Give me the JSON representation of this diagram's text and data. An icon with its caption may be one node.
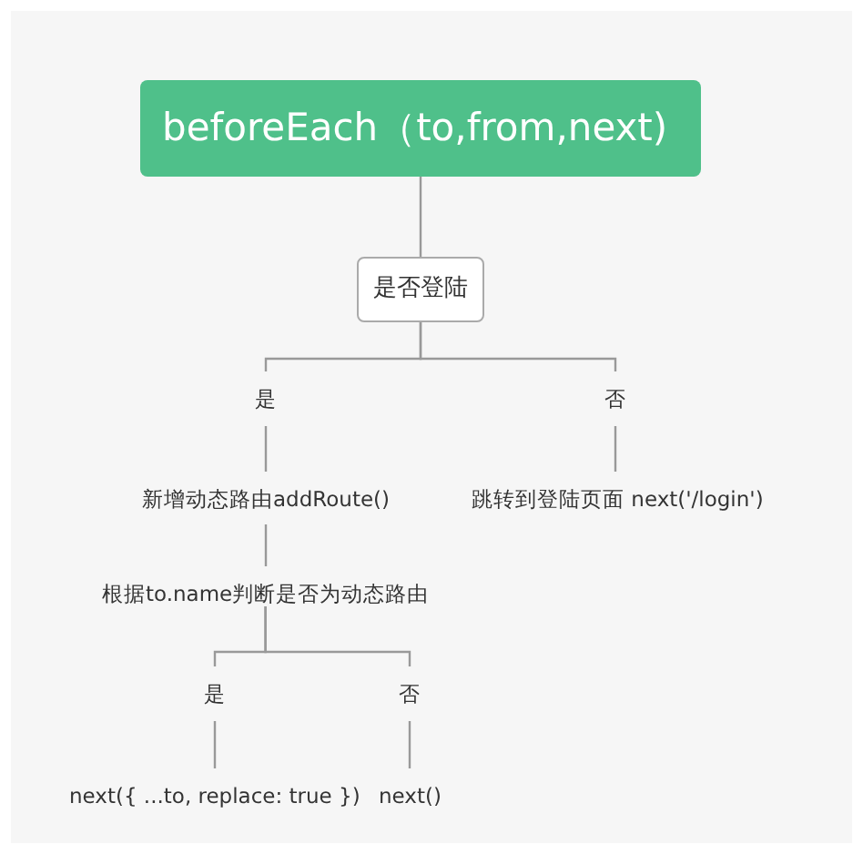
{
  "diagram": {
    "nodes": [
      {
        "text": [
          "beforeEach（to,from,next)"
        ]
      },
      {
        "text": [
          "是否登陆"
        ]
      },
      {
        "text": [
          "是"
        ]
      },
      {
        "text": [
          "否"
        ]
      },
      {
        "text": [
          "新增动态路由addRoute()"
        ]
      },
      {
        "text": [
          "跳转到登陆页面 next('/login')"
        ]
      },
      {
        "text": [
          "根据to.name判断是否为动态路由"
        ]
      },
      {
        "text": [
          "是"
        ]
      },
      {
        "text": [
          "否"
        ]
      },
      {
        "text": [
          "next({ ...to, replace: true })"
        ]
      },
      {
        "text": [
          "next()"
        ]
      }
    ],
    "edges": [
      {
        "from": 0,
        "to": 1,
        "arrow": "none"
      },
      {
        "from": 1,
        "to": 2,
        "arrow": "none"
      },
      {
        "from": 1,
        "to": 3,
        "arrow": "none"
      },
      {
        "from": 2,
        "to": 4,
        "arrow": "none"
      },
      {
        "from": 3,
        "to": 5,
        "arrow": "none"
      },
      {
        "from": 4,
        "to": 6,
        "arrow": "none"
      },
      {
        "from": 6,
        "to": 7,
        "arrow": "none"
      },
      {
        "from": 6,
        "to": 8,
        "arrow": "none"
      },
      {
        "from": 7,
        "to": 9,
        "arrow": "none"
      },
      {
        "from": 8,
        "to": 10,
        "arrow": "none"
      }
    ]
  }
}
